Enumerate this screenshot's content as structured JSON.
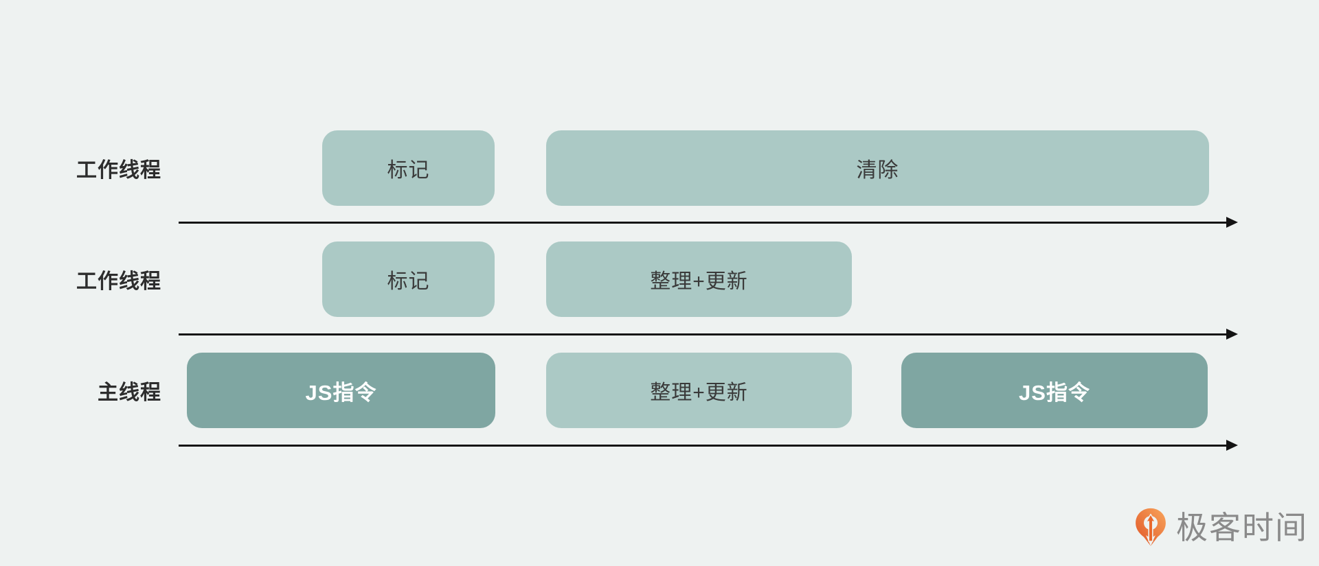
{
  "diagram": {
    "title_hint": "garbage-collection thread timeline",
    "rows": [
      {
        "label": "工作线程",
        "blocks": [
          {
            "text": "标记",
            "tone": "light"
          },
          {
            "text": "清除",
            "tone": "light"
          }
        ]
      },
      {
        "label": "工作线程",
        "blocks": [
          {
            "text": "标记",
            "tone": "light"
          },
          {
            "text": "整理+更新",
            "tone": "light"
          }
        ]
      },
      {
        "label": "主线程",
        "blocks": [
          {
            "text": "JS指令",
            "tone": "dark"
          },
          {
            "text": "整理+更新",
            "tone": "light"
          },
          {
            "text": "JS指令",
            "tone": "dark"
          }
        ]
      }
    ],
    "colors": {
      "background": "#eef2f1",
      "block_light": "#abc9c5",
      "block_dark": "#7fa6a2",
      "block_text": "#3a3a3a",
      "block_text_inverse": "#ffffff",
      "label_text": "#2d2d2d",
      "axis": "#141414",
      "logo_orange": "#e9682c",
      "logo_text_gray": "#8a8a8a"
    }
  },
  "branding": {
    "logo_icon": "geektime-logo-icon",
    "logo_text": "极客时间"
  }
}
